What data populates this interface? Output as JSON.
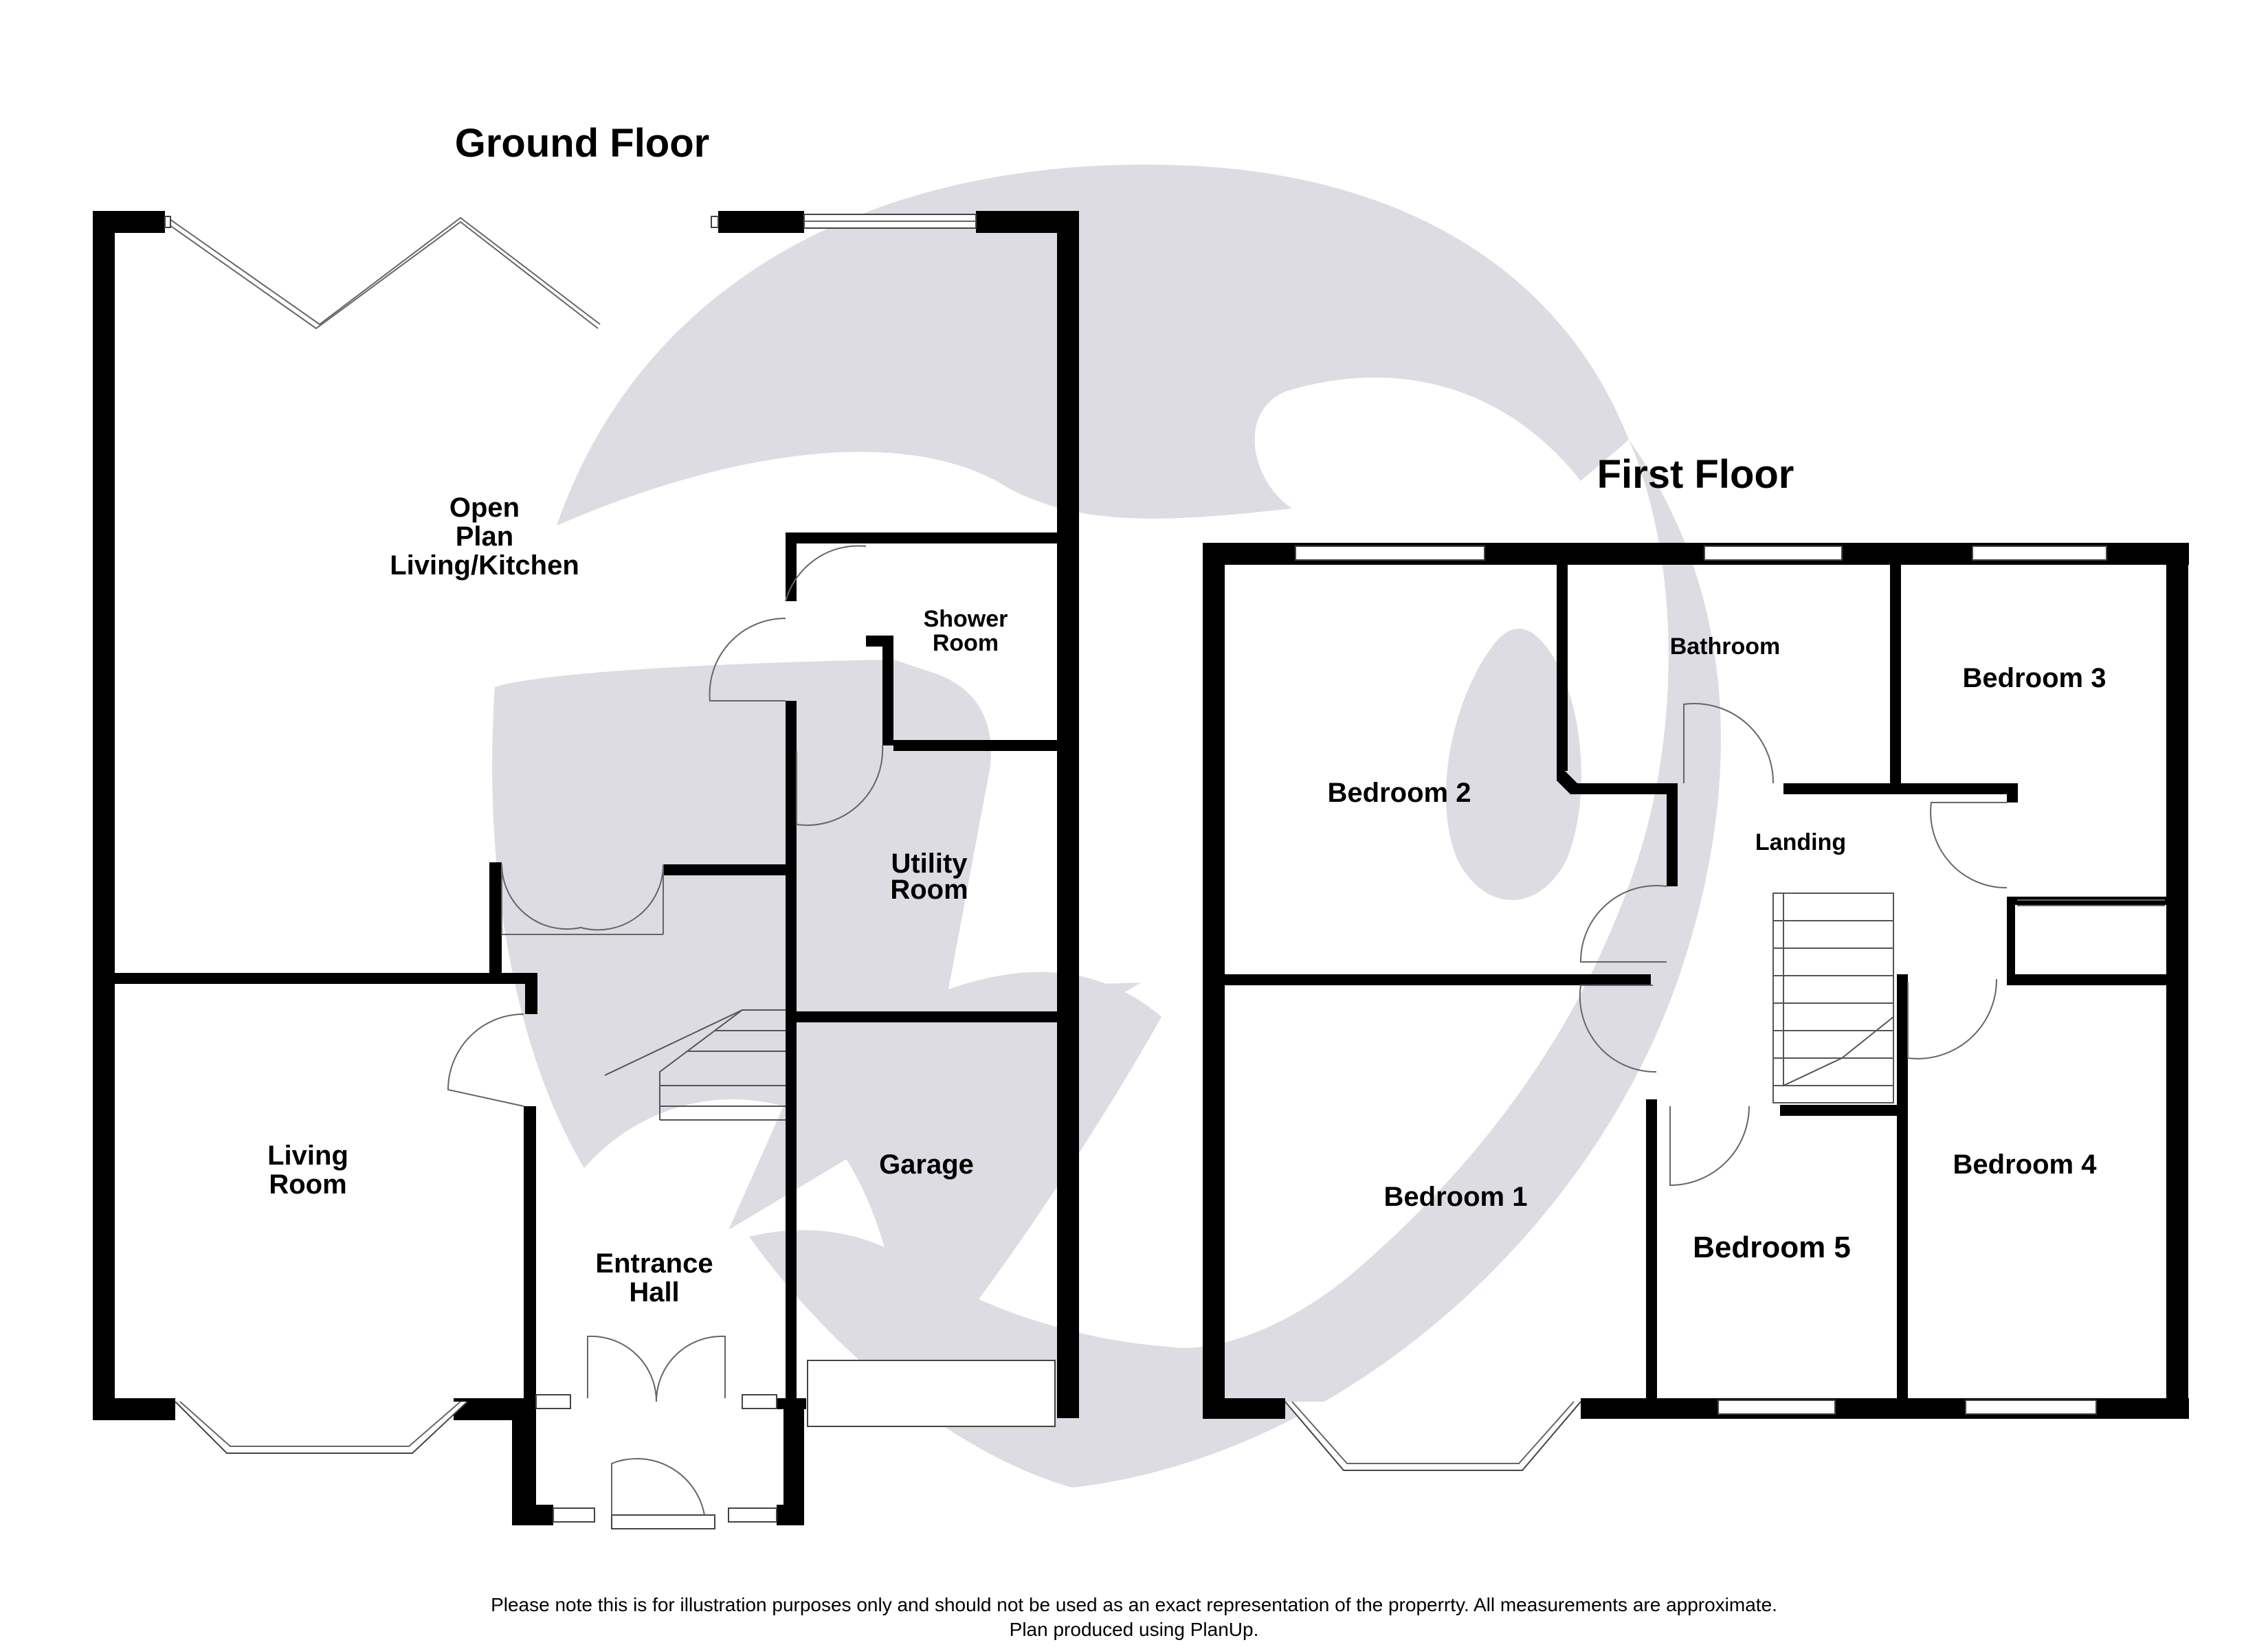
{
  "floors": {
    "ground": {
      "title": "Ground Floor",
      "rooms": {
        "open_plan": [
          "Open",
          "Plan",
          "Living/Kitchen"
        ],
        "shower_room": [
          "Shower",
          "Room"
        ],
        "utility_room": [
          "Utility",
          "Room"
        ],
        "living_room": [
          "Living",
          "Room"
        ],
        "entrance_hall": [
          "Entrance",
          "Hall"
        ],
        "garage": "Garage"
      }
    },
    "first": {
      "title": "First Floor",
      "rooms": {
        "bathroom": "Bathroom",
        "bedroom_1": "Bedroom 1",
        "bedroom_2": "Bedroom 2",
        "bedroom_3": "Bedroom 3",
        "bedroom_4": "Bedroom 4",
        "bedroom_5": "Bedroom 5",
        "landing": "Landing"
      }
    }
  },
  "colors": {
    "walls": "#000000",
    "watermark": "#dcdce2"
  },
  "footer": {
    "disclaimer": "Please note this is for illustration purposes only and should not be used as an exact representation of the properrty. All measurements are approximate.",
    "credit": "Plan produced using PlanUp."
  }
}
